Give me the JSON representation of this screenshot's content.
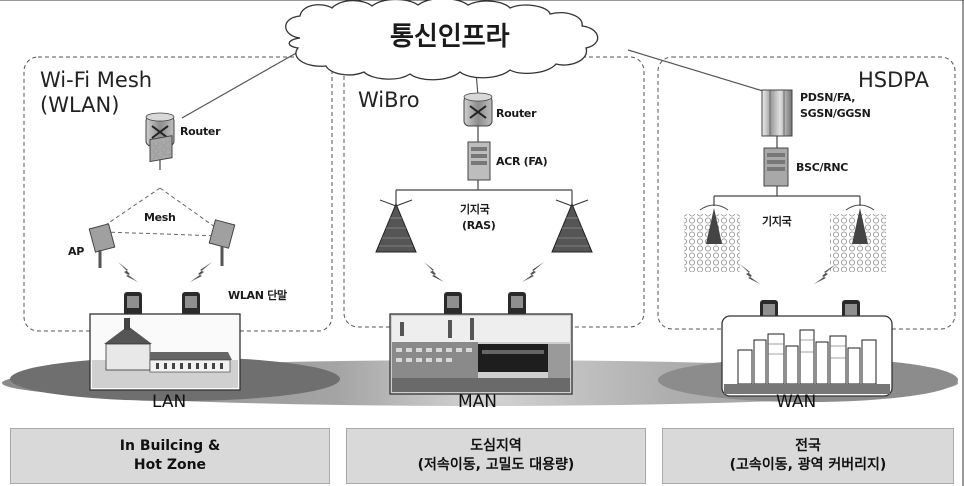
{
  "title": "통신인프라",
  "sections": {
    "wlan": {
      "name_line1": "Wi-Fi Mesh",
      "name_line2": "(WLAN)",
      "router_label": "Router",
      "mesh_label": "Mesh",
      "ap_label": "AP",
      "terminal_label": "WLAN 단말",
      "area_label": "LAN",
      "box_line1": "In Builcing &",
      "box_line2": "Hot Zone"
    },
    "wibro": {
      "name": "WiBro",
      "router_label": "Router",
      "acr_label": "ACR (FA)",
      "bs_line1": "기지국",
      "bs_line2": "(RAS)",
      "area_label": "MAN",
      "box_line1": "도심지역",
      "box_line2": "(저속이동, 고밀도 대용량)"
    },
    "hsdpa": {
      "name": "HSDPA",
      "pdsn_line1": "PDSN/FA,",
      "pdsn_line2": "SGSN/GGSN",
      "bsc_label": "BSC/RNC",
      "bs_label": "기지국",
      "area_label": "WAN",
      "box_line1": "전국",
      "box_line2": "(고속이동, 광역 커버리지)"
    }
  },
  "colors": {
    "panel_border": "#555555",
    "ellipse": "#8f8f8f",
    "box_fill": "#d9d9d9"
  }
}
